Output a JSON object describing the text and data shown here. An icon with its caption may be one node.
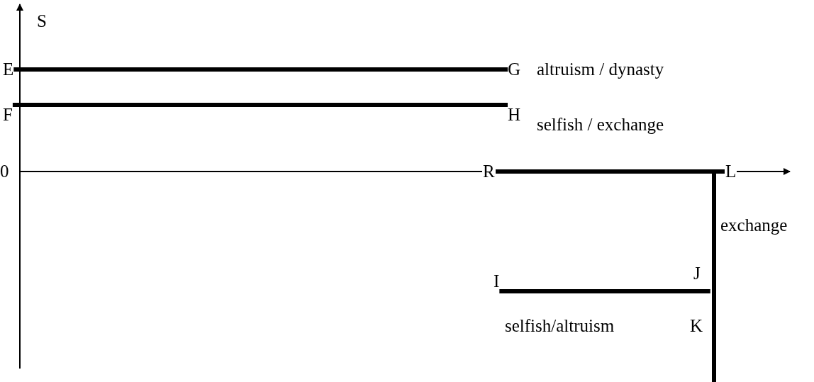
{
  "diagram": {
    "nodes": [
      {
        "text": [
          "E"
        ]
      },
      {
        "text": [
          "G"
        ],
        "beside": [
          "altruism / dynasty"
        ]
      },
      {
        "text": [
          "F"
        ]
      },
      {
        "text": [
          "H"
        ],
        "beside": [
          "selfish / exchange"
        ]
      },
      {
        "text": [
          "R"
        ]
      },
      {
        "text": [
          "L"
        ]
      },
      {
        "text": [
          "I"
        ]
      },
      {
        "text": [
          "J"
        ]
      },
      {
        "text": [
          "K"
        ]
      }
    ],
    "edges": [
      {
        "from": 0,
        "to": 1,
        "arrow": "none"
      },
      {
        "from": 2,
        "to": 3,
        "arrow": "none"
      },
      {
        "from": 4,
        "to": 5,
        "arrow": "none"
      },
      {
        "from": 5,
        "to": null,
        "arrow": "none"
      },
      {
        "from": 6,
        "to": 7,
        "arrow": "none"
      }
    ],
    "labels": [
      "S",
      "0",
      "exchange",
      "selfish/altruism"
    ]
  }
}
